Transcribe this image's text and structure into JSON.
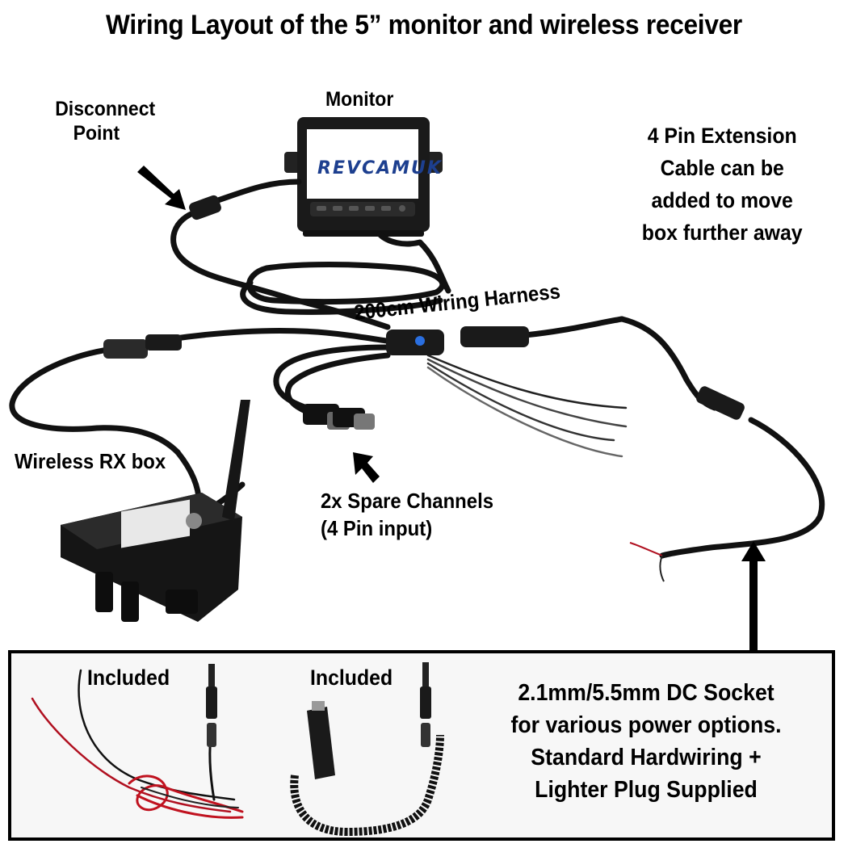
{
  "title": "Wiring Layout of the 5” monitor and wireless receiver",
  "labels": {
    "disconnect_line1": "Disconnect",
    "disconnect_line2": "Point",
    "monitor": "Monitor",
    "extension_line1": "4 Pin Extension",
    "extension_line2": "Cable can be",
    "extension_line3": "added to move",
    "extension_line4": "box further away",
    "harness": "200cm Wiring Harness",
    "rx_box": "Wireless RX box",
    "spare_line1": "2x Spare Channels",
    "spare_line2": "(4 Pin input)"
  },
  "monitor_logo": "REVCAMUK",
  "bottom": {
    "included_1": "Included",
    "included_2": "Included",
    "dc_line1": "2.1mm/5.5mm DC Socket",
    "dc_line2": "for various power options.",
    "dc_line3": "Standard Hardwiring +",
    "dc_line4": "Lighter Plug Supplied"
  },
  "colors": {
    "cable": "#111111",
    "red_wire": "#c0121f",
    "logo": "#1d3f8f",
    "led": "#2a6fe0"
  }
}
